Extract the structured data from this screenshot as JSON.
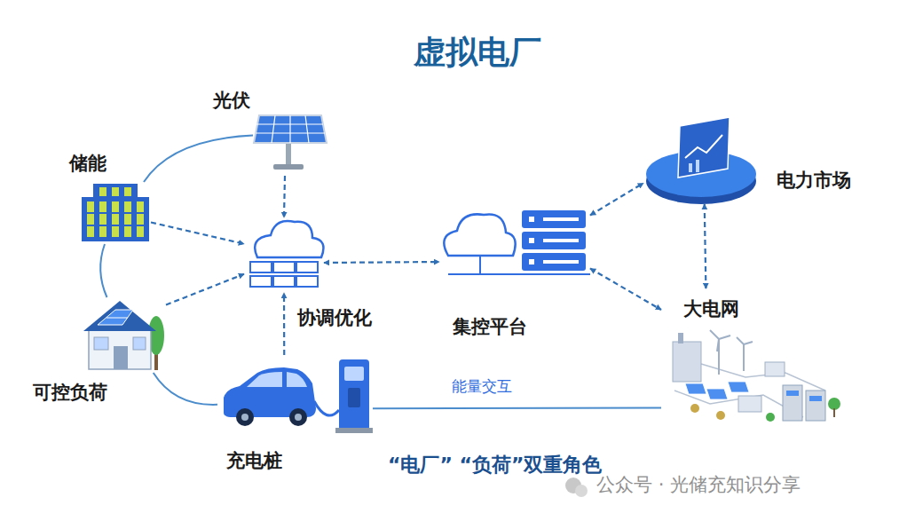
{
  "diagram": {
    "title": "虚拟电厂",
    "caption": "“电厂” “负荷”双重角色",
    "nodes": [
      {
        "text": [
          "光伏"
        ]
      },
      {
        "text": [
          "储能"
        ]
      },
      {
        "text": [
          "可控负荷"
        ]
      },
      {
        "text": [
          "充电桩"
        ]
      },
      {
        "text": [
          "协调优化"
        ]
      },
      {
        "text": [
          "集控平台"
        ]
      },
      {
        "text": [
          "电力市场"
        ]
      },
      {
        "text": [
          "大电网"
        ]
      }
    ],
    "edges": [
      {
        "from": 0,
        "to": 4,
        "arrow": "to"
      },
      {
        "from": 1,
        "to": 4,
        "arrow": "to"
      },
      {
        "from": 2,
        "to": 4,
        "arrow": "to"
      },
      {
        "from": 3,
        "to": 4,
        "arrow": "to"
      },
      {
        "from": 4,
        "to": 5,
        "arrow": "both"
      },
      {
        "from": 5,
        "to": 6,
        "arrow": "both"
      },
      {
        "from": 5,
        "to": 7,
        "arrow": "both"
      },
      {
        "from": 6,
        "to": 7,
        "arrow": "both"
      },
      {
        "from": 3,
        "to": 7,
        "label": "能量交互",
        "arrow": "none"
      },
      {
        "from": 1,
        "to": 0,
        "arrow": "none"
      },
      {
        "from": 1,
        "to": 2,
        "arrow": "none"
      },
      {
        "from": 2,
        "to": 3,
        "arrow": "none"
      }
    ],
    "labels": [
      "公众号 · 光储充知识分享"
    ]
  }
}
